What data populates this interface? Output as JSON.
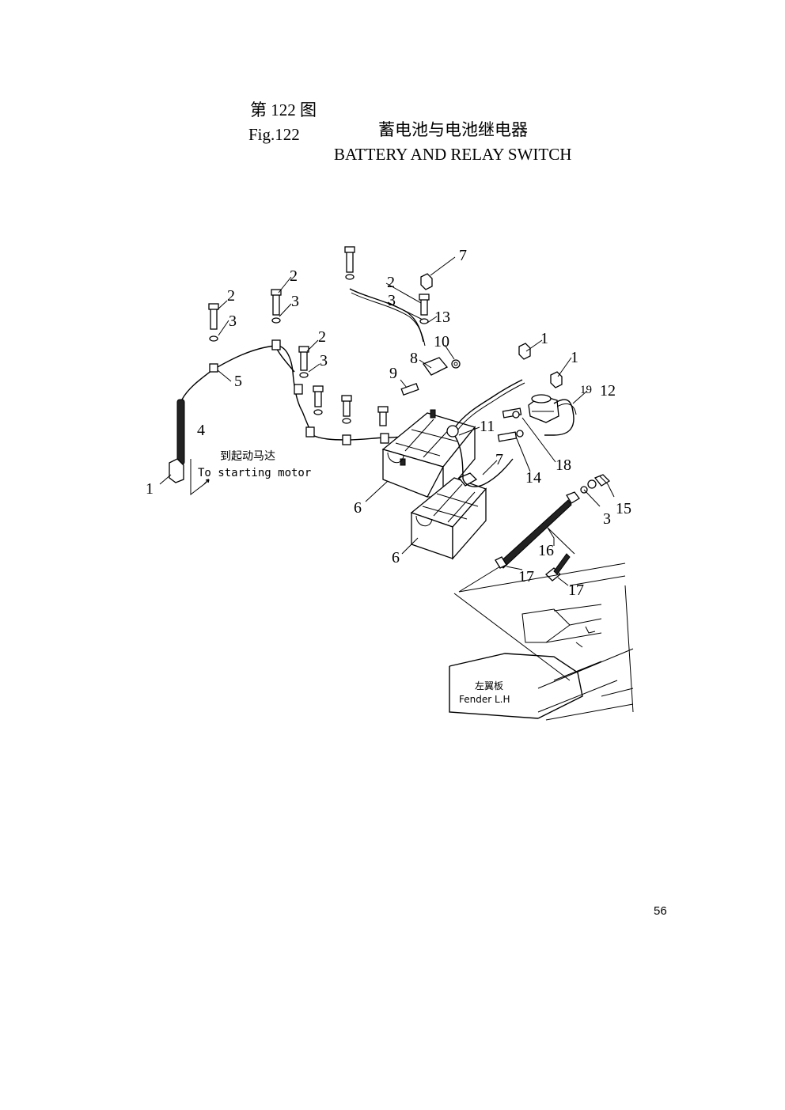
{
  "figure": {
    "number_cn": "第 122 图",
    "title_cn": "蓄电池与电池继电器",
    "number_en": "Fig.122",
    "title_en": "BATTERY AND RELAY SWITCH"
  },
  "annotations": {
    "to_motor_cn": "到起动马达",
    "to_motor_en": "To starting motor",
    "fender_cn": "左翼板",
    "fender_en": "Fender L.H"
  },
  "callouts": {
    "c1a": "1",
    "c2a": "2",
    "c3a": "3",
    "c2b": "2",
    "c3b": "3",
    "c2c": "2",
    "c3c": "3",
    "c2d": "2",
    "c3d": "3",
    "c7a": "7",
    "c13": "13",
    "c10": "10",
    "c8": "8",
    "c9": "9",
    "c1b": "1",
    "c1c": "1",
    "c19": "19",
    "c12": "12",
    "c4": "4",
    "c5": "5",
    "c11": "11",
    "c7b": "7",
    "c14": "14",
    "c18": "18",
    "c6a": "6",
    "c6b": "6",
    "c3e": "3",
    "c15": "15",
    "c16": "16",
    "c17a": "17",
    "c17b": "17"
  },
  "page_number": "56"
}
